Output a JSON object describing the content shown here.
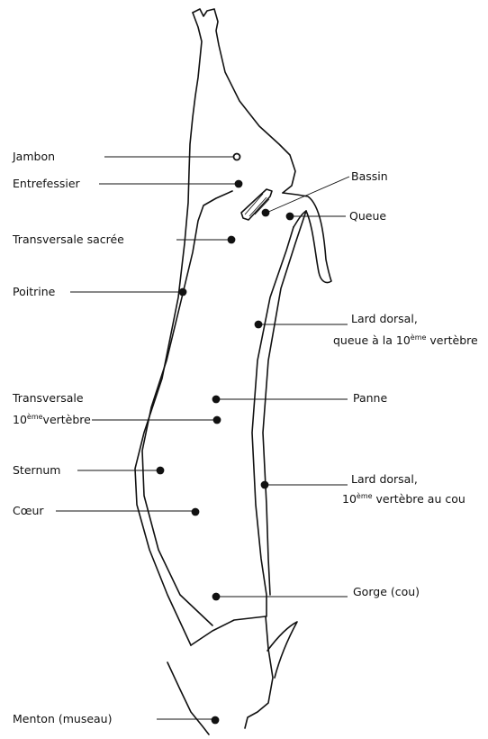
{
  "labels": {
    "jambon": "Jambon",
    "entrefessier": "Entrefessier",
    "transversale_sacree": "Transversale sacrée",
    "poitrine": "Poitrine",
    "transversale_10_line1": "Transversale",
    "transversale_10_num": "10",
    "transversale_10_sup": "ème",
    "transversale_10_rest": "vertèbre",
    "sternum": "Sternum",
    "coeur": "Cœur",
    "menton": "Menton  (museau)",
    "bassin": "Bassin",
    "queue": "Queue",
    "lard_dorsal_1_line1": "Lard dorsal,",
    "lard_dorsal_1_pre": "queue à la 10",
    "lard_dorsal_1_sup": "ème",
    "lard_dorsal_1_post": " vertèbre",
    "panne": "Panne",
    "lard_dorsal_2_line1": "Lard dorsal,",
    "lard_dorsal_2_num": "10",
    "lard_dorsal_2_sup": "ème",
    "lard_dorsal_2_post": " vertèbre au cou",
    "gorge": "Gorge  (cou)"
  }
}
